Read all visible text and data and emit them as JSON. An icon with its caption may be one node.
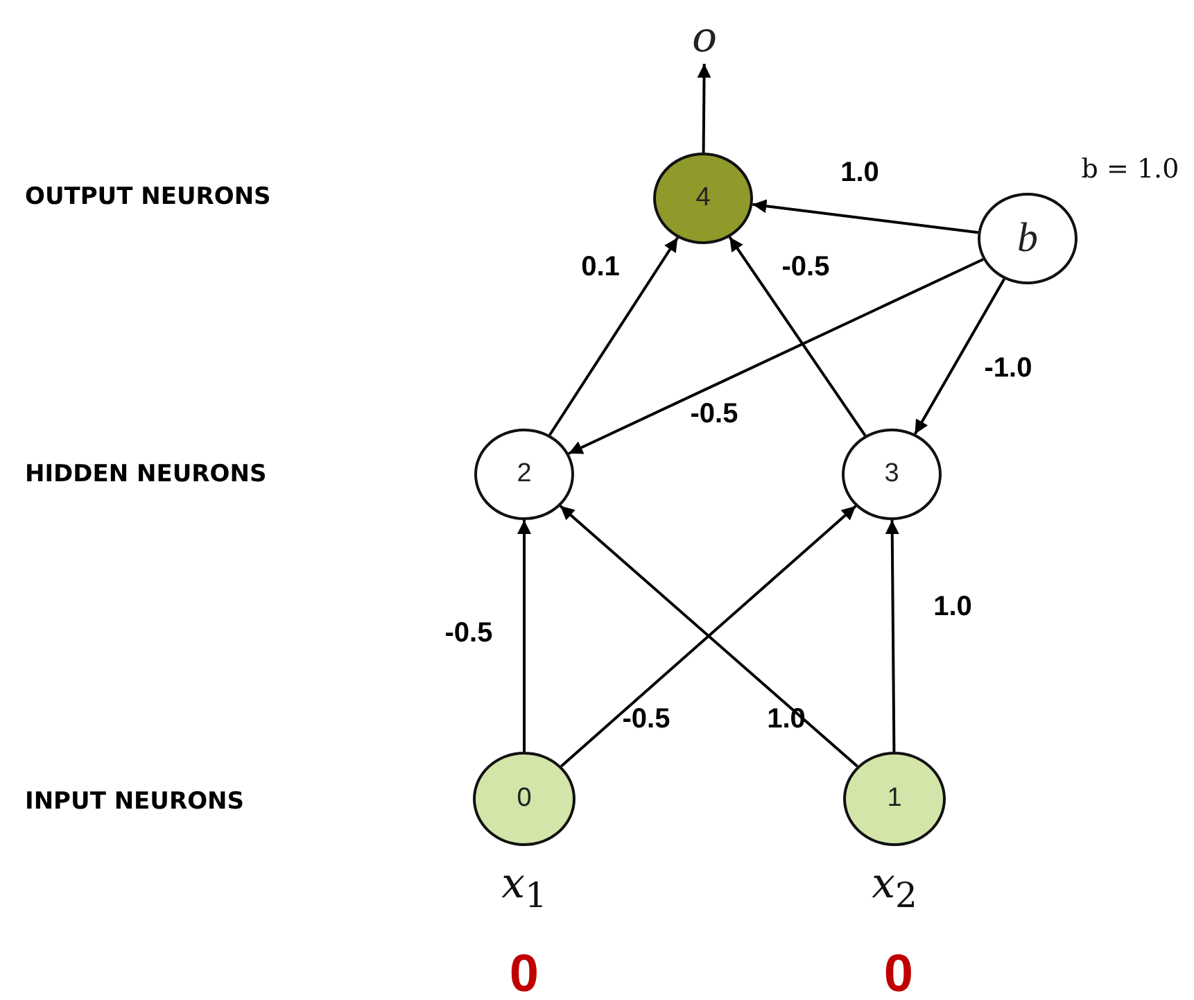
{
  "diagram": {
    "nodes": [
      {
        "text": [
          "o"
        ]
      },
      {
        "text": [
          "4"
        ]
      },
      {
        "text": [
          "b"
        ],
        "beside": [
          "b = 1.0"
        ]
      },
      {
        "text": [
          "2"
        ]
      },
      {
        "text": [
          "3"
        ]
      },
      {
        "text": [
          "0"
        ],
        "beside": [
          "*x*$_{1}$",
          "0"
        ]
      },
      {
        "text": [
          "1"
        ],
        "beside": [
          "*x*$_{2}$",
          "0"
        ]
      }
    ],
    "edges": [
      {
        "from": 1,
        "to": 0,
        "arrow": "to"
      },
      {
        "from": 2,
        "to": 1,
        "arrow": "to",
        "label": "1.0"
      },
      {
        "from": 3,
        "to": 1,
        "arrow": "to",
        "label": "0.1"
      },
      {
        "from": 4,
        "to": 1,
        "arrow": "to",
        "label": "-0.5"
      },
      {
        "from": 2,
        "to": 4,
        "arrow": "to",
        "label": "-1.0"
      },
      {
        "from": 2,
        "to": 3,
        "arrow": "to",
        "label": "-0.5"
      },
      {
        "from": 5,
        "to": 3,
        "arrow": "to",
        "label": "-0.5"
      },
      {
        "from": 5,
        "to": 4,
        "arrow": "to",
        "label": "-0.5"
      },
      {
        "from": 6,
        "to": 3,
        "arrow": "to",
        "label": "1.0"
      },
      {
        "from": 6,
        "to": 4,
        "arrow": "to",
        "label": "1.0"
      }
    ],
    "labels": [
      "OUTPUT NEURONS",
      "HIDDEN NEURONS",
      "INPUT NEURONS"
    ]
  }
}
